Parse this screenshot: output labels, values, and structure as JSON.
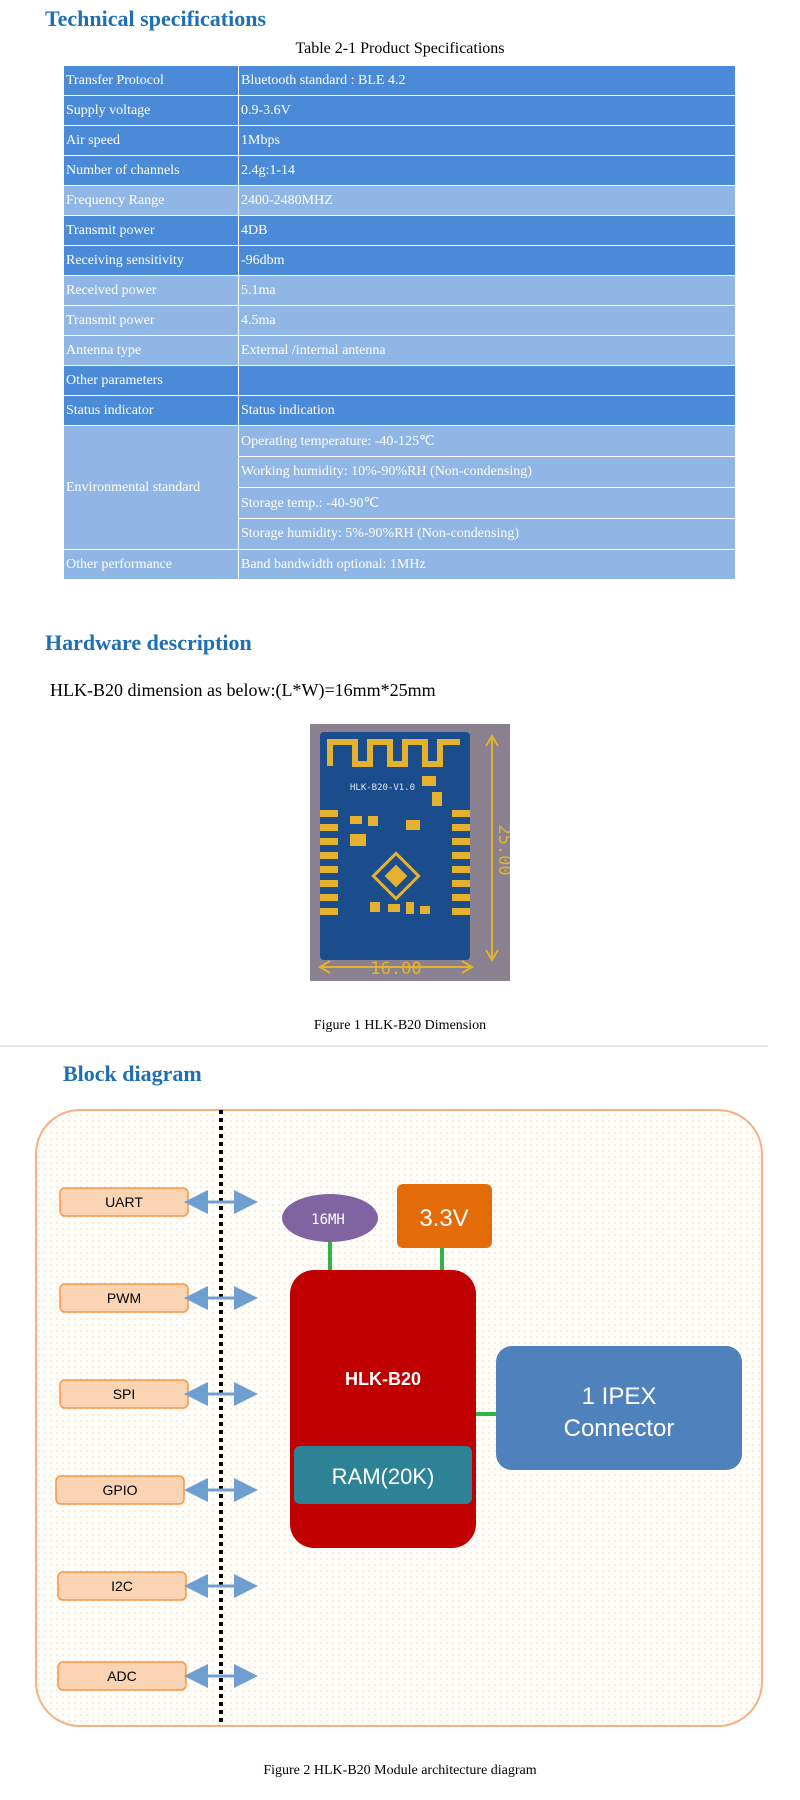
{
  "sections": {
    "technical": "Technical specifications",
    "hardware": "Hardware description",
    "block": "Block diagram"
  },
  "table": {
    "caption": "Table 2-1 Product Specifications",
    "rows": [
      {
        "label": "Transfer Protocol",
        "value": "Bluetooth standard : BLE 4.2"
      },
      {
        "label": "Supply voltage",
        "value": "0.9-3.6V"
      },
      {
        "label": "Air speed",
        "value": "1Mbps"
      },
      {
        "label": "Number of channels",
        "value": "2.4g:1-14"
      },
      {
        "label": "Frequency Range",
        "value": "2400-2480MHZ"
      },
      {
        "label": "Transmit power",
        "value": "4DB"
      },
      {
        "label": "Receiving sensitivity",
        "value": "-96dbm"
      },
      {
        "label": "Received power",
        "value": "5.1ma"
      },
      {
        "label": "Transmit power",
        "value": "4.5ma"
      },
      {
        "label": "Antenna type",
        "value": "External /internal antenna"
      },
      {
        "label": "Other parameters",
        "value": ""
      },
      {
        "label": "Status indicator",
        "value": "Status indication"
      }
    ],
    "environment": {
      "label": "Environmental standard",
      "values": [
        "Operating temperature: -40-125℃",
        "Working humidity: 10%-90%RH (Non-condensing)",
        "Storage temp.: -40-90℃",
        "Storage humidity: 5%-90%RH (Non-condensing)"
      ]
    },
    "other_performance": {
      "label": "Other performance",
      "value": "Band bandwidth optional: 1MHz"
    }
  },
  "hardware": {
    "dimension_text": "HLK-B20 dimension as below:(L*W)=16mm*25mm",
    "board": {
      "silk_label": "HLK-B20-V1.0",
      "width_label": "16.00",
      "height_label": "25.00"
    },
    "figure1_caption": "Figure 1  HLK-B20 Dimension"
  },
  "block_diagram": {
    "interfaces": [
      "UART",
      "PWM",
      "SPI",
      "GPIO",
      "I2C",
      "ADC"
    ],
    "crystal": "16MH",
    "power": "3.3V",
    "chip": "HLK-B20",
    "ram": "RAM(20K)",
    "connector_line1": "1 IPEX",
    "connector_line2": "Connector",
    "figure2_caption": "Figure 2   HLK-B20 Module architecture diagram"
  },
  "colors": {
    "heading_blue": "#1f6fb5",
    "row_dark": "#4a8ad6",
    "row_light": "#90b6e6",
    "chip_red": "#c00000",
    "ram_teal": "#2e8296",
    "connector_blue": "#4f81bd",
    "power_orange": "#e36c09",
    "crystal_purple": "#8064a2",
    "interface_fill": "#fbd4b4",
    "interface_stroke": "#f79646",
    "frame_stroke": "#f4b183",
    "arrow_blue": "#6f9fd0",
    "link_green": "#2fb54a"
  }
}
